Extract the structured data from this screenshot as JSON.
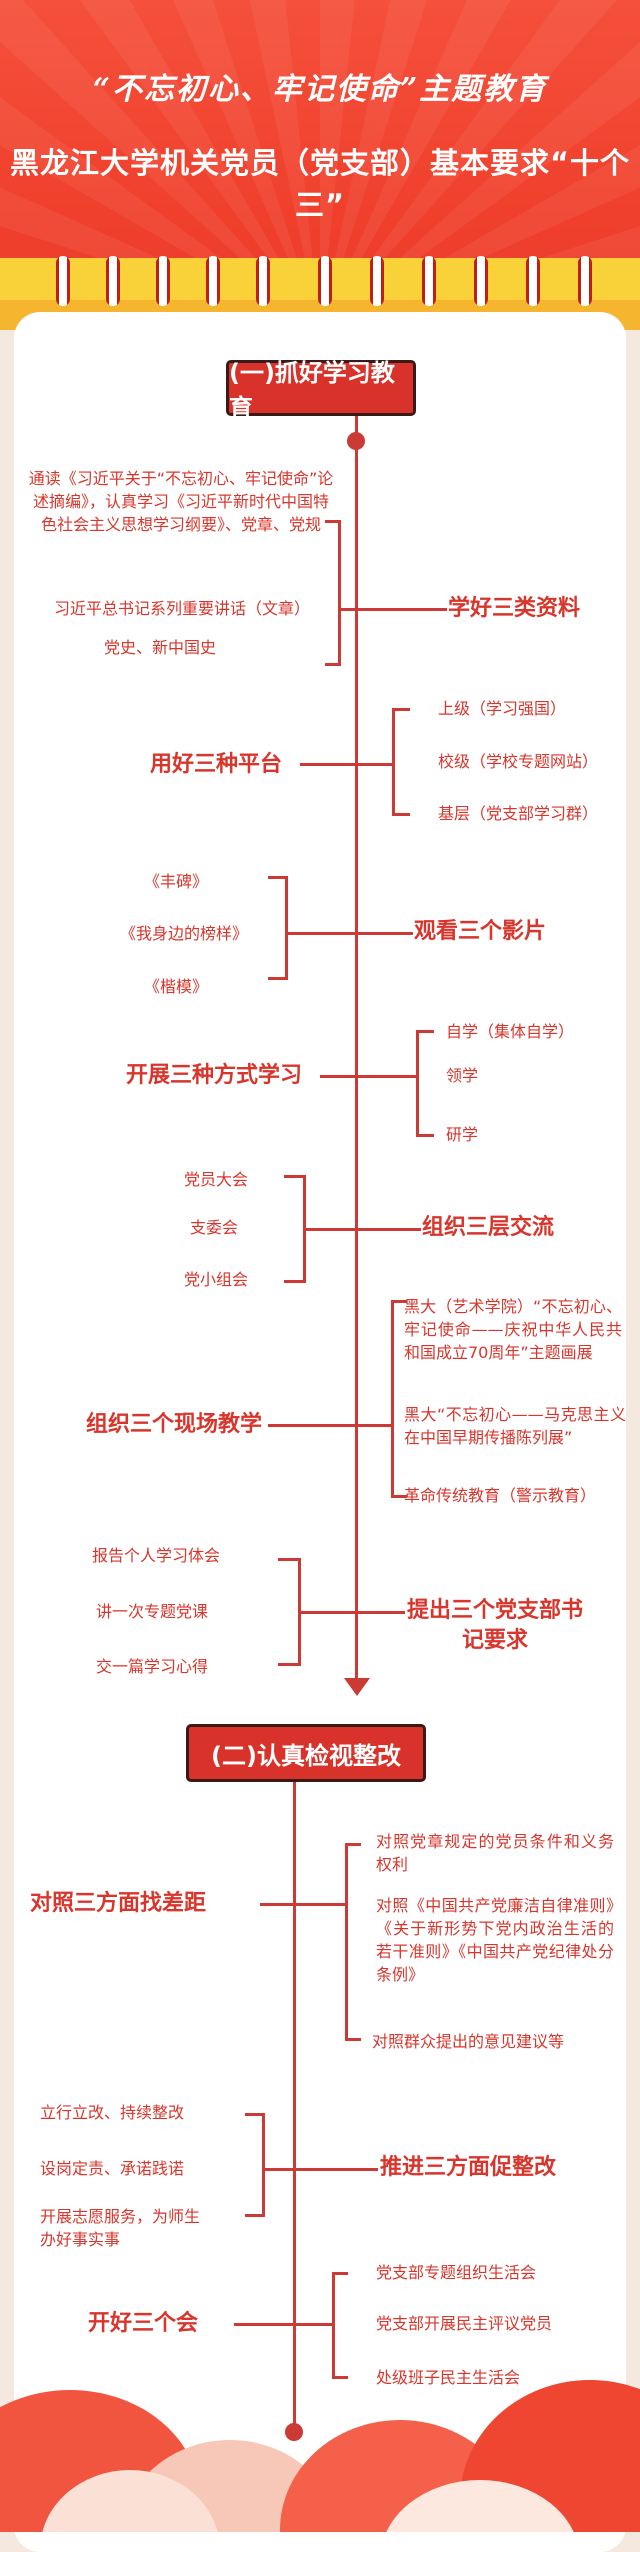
{
  "header": {
    "title_line1": "“不忘初心、牢记使命”主题教育",
    "title_line2": "黑龙江大学机关党员（党支部）基本要求“十个三”"
  },
  "section1": {
    "title": "(一)抓好学习教育",
    "items": [
      {
        "main": "学好三类资料",
        "subs": [
          "通读《习近平关于“不忘初心、牢记使命”论述摘编》，认真学习《习近平新时代中国特色社会主义思想学习纲要》、党章、党规",
          "习近平总书记系列重要讲话（文章）",
          "党史、新中国史"
        ]
      },
      {
        "main": "用好三种平台",
        "subs": [
          "上级（学习强国）",
          "校级（学校专题网站）",
          "基层（党支部学习群）"
        ]
      },
      {
        "main": "观看三个影片",
        "subs": [
          "《丰碑》",
          "《我身边的榜样》",
          "《楷模》"
        ]
      },
      {
        "main": "开展三种方式学习",
        "subs": [
          "自学（集体自学）",
          "领学",
          "研学"
        ]
      },
      {
        "main": "组织三层交流",
        "subs": [
          "党员大会",
          "支委会",
          "党小组会"
        ]
      },
      {
        "main": "组织三个现场教学",
        "subs": [
          "黑大（艺术学院）“不忘初心、牢记使命——庆祝中华人民共和国成立70周年”主题画展",
          "黑大“不忘初心——马克思主义在中国早期传播陈列展”",
          "革命传统教育（警示教育）"
        ]
      },
      {
        "main": "提出三个党支部书记要求",
        "subs": [
          "报告个人学习体会",
          "讲一次专题党课",
          "交一篇学习心得"
        ]
      }
    ]
  },
  "section2": {
    "title": "(二)认真检视整改",
    "items": [
      {
        "main": "对照三方面找差距",
        "subs": [
          "对照党章规定的党员条件和义务权利",
          "对照《中国共产党廉洁自律准则》《关于新形势下党内政治生活的若干准则》《中国共产党纪律处分条例》",
          "对照群众提出的意见建议等"
        ]
      },
      {
        "main": "推进三方面促整改",
        "subs": [
          "立行立改、持续整改",
          "设岗定责、承诺践诺",
          "开展志愿服务，为师生办好事实事"
        ]
      },
      {
        "main": "开好三个会",
        "subs": [
          "党支部专题组织生活会",
          "党支部开展民主评议党员",
          "处级班子民主生活会"
        ]
      }
    ]
  },
  "colors": {
    "accent": "#d8362c",
    "line": "#cb3a34",
    "header": "#f0412d",
    "band": "#f9d23a"
  }
}
